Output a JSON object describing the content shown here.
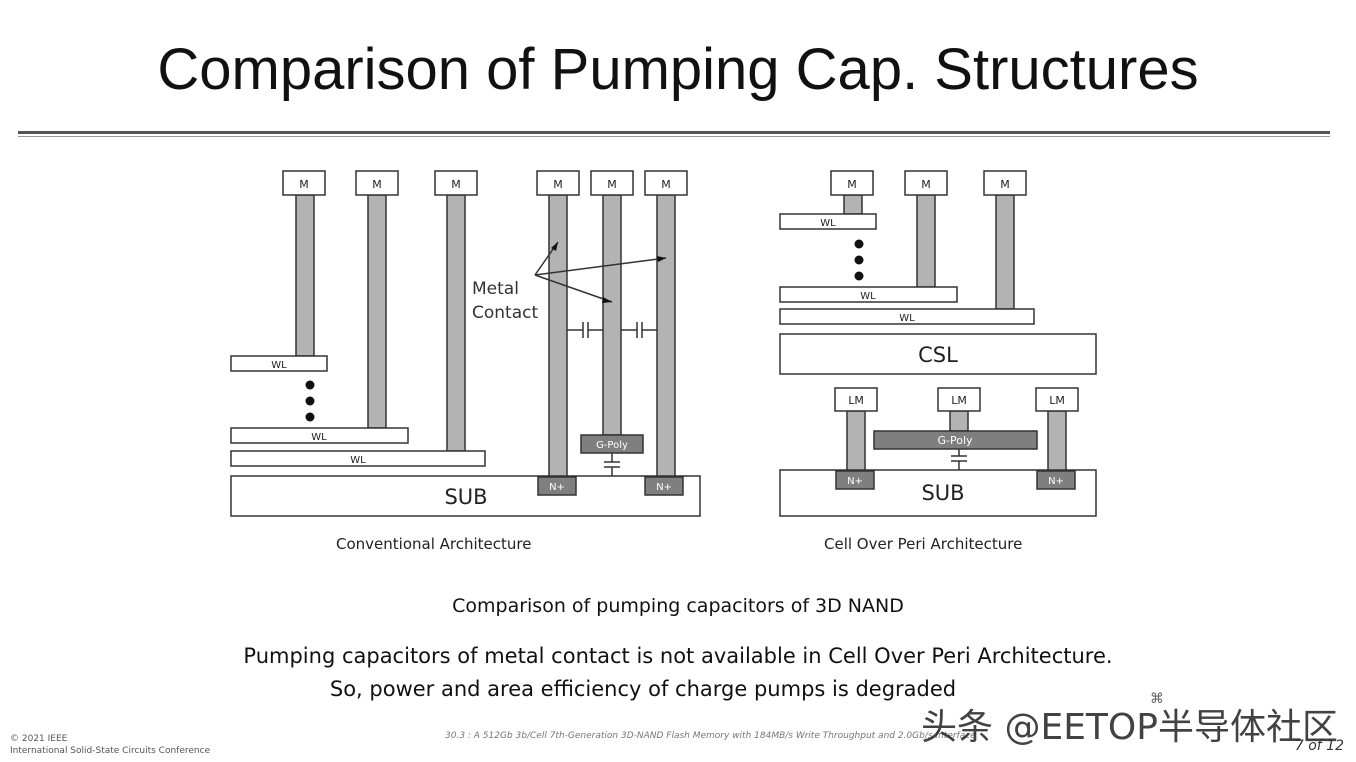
{
  "slide": {
    "title": "Comparison of Pumping Cap. Structures",
    "page": "7 of 12"
  },
  "conventional": {
    "caption": "Conventional Architecture",
    "metal_labels": [
      "M",
      "M",
      "M",
      "M",
      "M",
      "M"
    ],
    "wl_labels": [
      "WL",
      "WL",
      "WL"
    ],
    "sub_label": "SUB",
    "gpoly_label": "G-Poly",
    "nplus_labels": [
      "N+",
      "N+"
    ],
    "annotation_line1": "Metal",
    "annotation_line2": "Contact"
  },
  "cop": {
    "caption": "Cell Over Peri Architecture",
    "metal_labels": [
      "M",
      "M",
      "M"
    ],
    "wl_labels": [
      "WL",
      "WL",
      "WL"
    ],
    "csl_label": "CSL",
    "lm_labels": [
      "LM",
      "LM",
      "LM"
    ],
    "gpoly_label": "G-Poly",
    "sub_label": "SUB",
    "nplus_labels": [
      "N+",
      "N+"
    ]
  },
  "summary": {
    "subtitle": "Comparison of pumping capacitors of 3D NAND",
    "line1": "Pumping capacitors of metal contact is not available in Cell Over Peri Architecture.",
    "line2": "So, power and area efficiency of charge pumps is degraded"
  },
  "footer": {
    "copyright": "© 2021 IEEE",
    "conference": "International Solid-State Circuits Conference",
    "paper": "30.3 : A 512Gb 3b/Cell 7th-Generation 3D-NAND Flash Memory with 184MB/s Write Throughput and 2.0Gb/s Interface"
  },
  "watermark": {
    "text": "头条 @EETOP半导体社区",
    "icon": "wechat-icon"
  },
  "colors": {
    "pillar": "#b3b3b3",
    "gpoly": "#7f7f7f",
    "stroke": "#333333"
  }
}
